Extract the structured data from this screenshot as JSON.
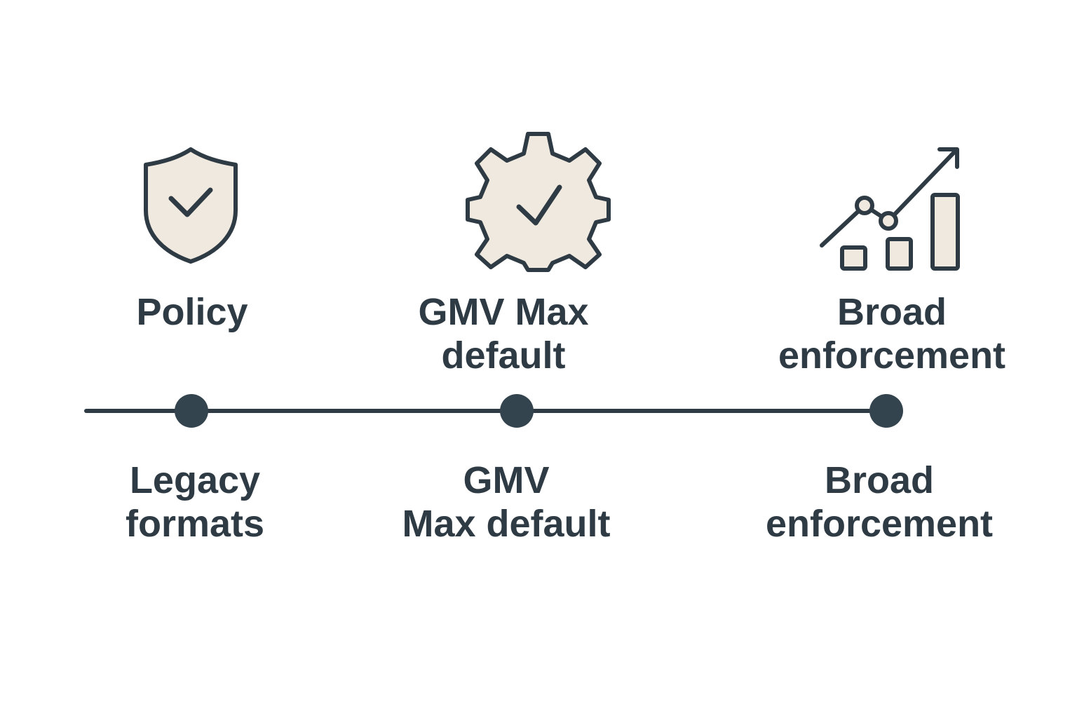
{
  "colors": {
    "ink": "#2f3b44",
    "fill": "#f0e9df",
    "background": "#ffffff"
  },
  "milestones": [
    {
      "icon": "shield-check-icon",
      "top_label": "Policy",
      "bottom_label": [
        "Legacy",
        "formats"
      ]
    },
    {
      "icon": "gear-check-icon",
      "top_label": [
        "GMV Max",
        "default"
      ],
      "bottom_label": [
        "GMV",
        "Max default"
      ]
    },
    {
      "icon": "growth-chart-icon",
      "top_label": [
        "Broad",
        "enforcement"
      ],
      "bottom_label": [
        "Broad",
        "enforcement"
      ]
    }
  ]
}
